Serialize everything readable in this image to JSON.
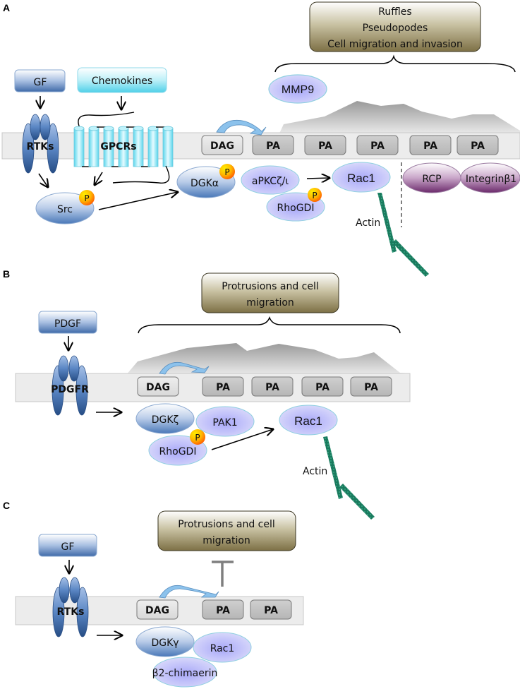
{
  "figure": {
    "panels": [
      {
        "id": "A",
        "label": "A",
        "outcome_lines": [
          "Ruffles",
          "Pseudopodes",
          "Cell migration and invasion"
        ],
        "ligands": [
          "GF",
          "Chemokines"
        ],
        "receptors": [
          "RTKs",
          "GPCRs"
        ],
        "membrane_lipids": [
          "DAG",
          "PA",
          "PA",
          "PA",
          "PA",
          "PA"
        ],
        "proteins": {
          "mmp9": "MMP9",
          "src": "Src",
          "dgk": "DGKα",
          "apkc": "aPKCζ/ι",
          "rhogdi": "RhoGDI",
          "rac1": "Rac1",
          "rcp": "RCP",
          "integrin": "Integrinβ1"
        },
        "phospho": "P",
        "actin": "Actin"
      },
      {
        "id": "B",
        "label": "B",
        "outcome_lines": [
          "Protrusions and cell",
          "migration"
        ],
        "ligands": [
          "PDGF"
        ],
        "receptors": [
          "PDGFR"
        ],
        "membrane_lipids": [
          "DAG",
          "PA",
          "PA",
          "PA",
          "PA"
        ],
        "proteins": {
          "dgk": "DGKζ",
          "pak1": "PAK1",
          "rhogdi": "RhoGDI",
          "rac1": "Rac1"
        },
        "phospho": "P",
        "actin": "Actin"
      },
      {
        "id": "C",
        "label": "C",
        "outcome_lines": [
          "Protrusions and cell",
          "migration"
        ],
        "ligands": [
          "GF"
        ],
        "receptors": [
          "RTKs"
        ],
        "membrane_lipids": [
          "DAG",
          "PA",
          "PA"
        ],
        "proteins": {
          "dgk": "DGKγ",
          "rac1": "Rac1",
          "chimaerin": "β2-chimaerin"
        }
      }
    ],
    "colors": {
      "membrane": "#ececec",
      "outcome_box": "#8a7d4e",
      "gf_box": "#3f6aa8",
      "chemokine_box": "#5fd6ea",
      "receptor": "#3a68a6",
      "light_protein": "#c4c4f6",
      "dgk": "#4a78b8",
      "rcp": "#6b2a6b",
      "phospho": "#ff9a00",
      "actin": "#1a7a5e",
      "dag_box": "#e2e2e2",
      "pa_box": "#c2c2c2",
      "arc_arrow": "#7ab6e4",
      "inhibit": "#7f7f7f"
    }
  }
}
